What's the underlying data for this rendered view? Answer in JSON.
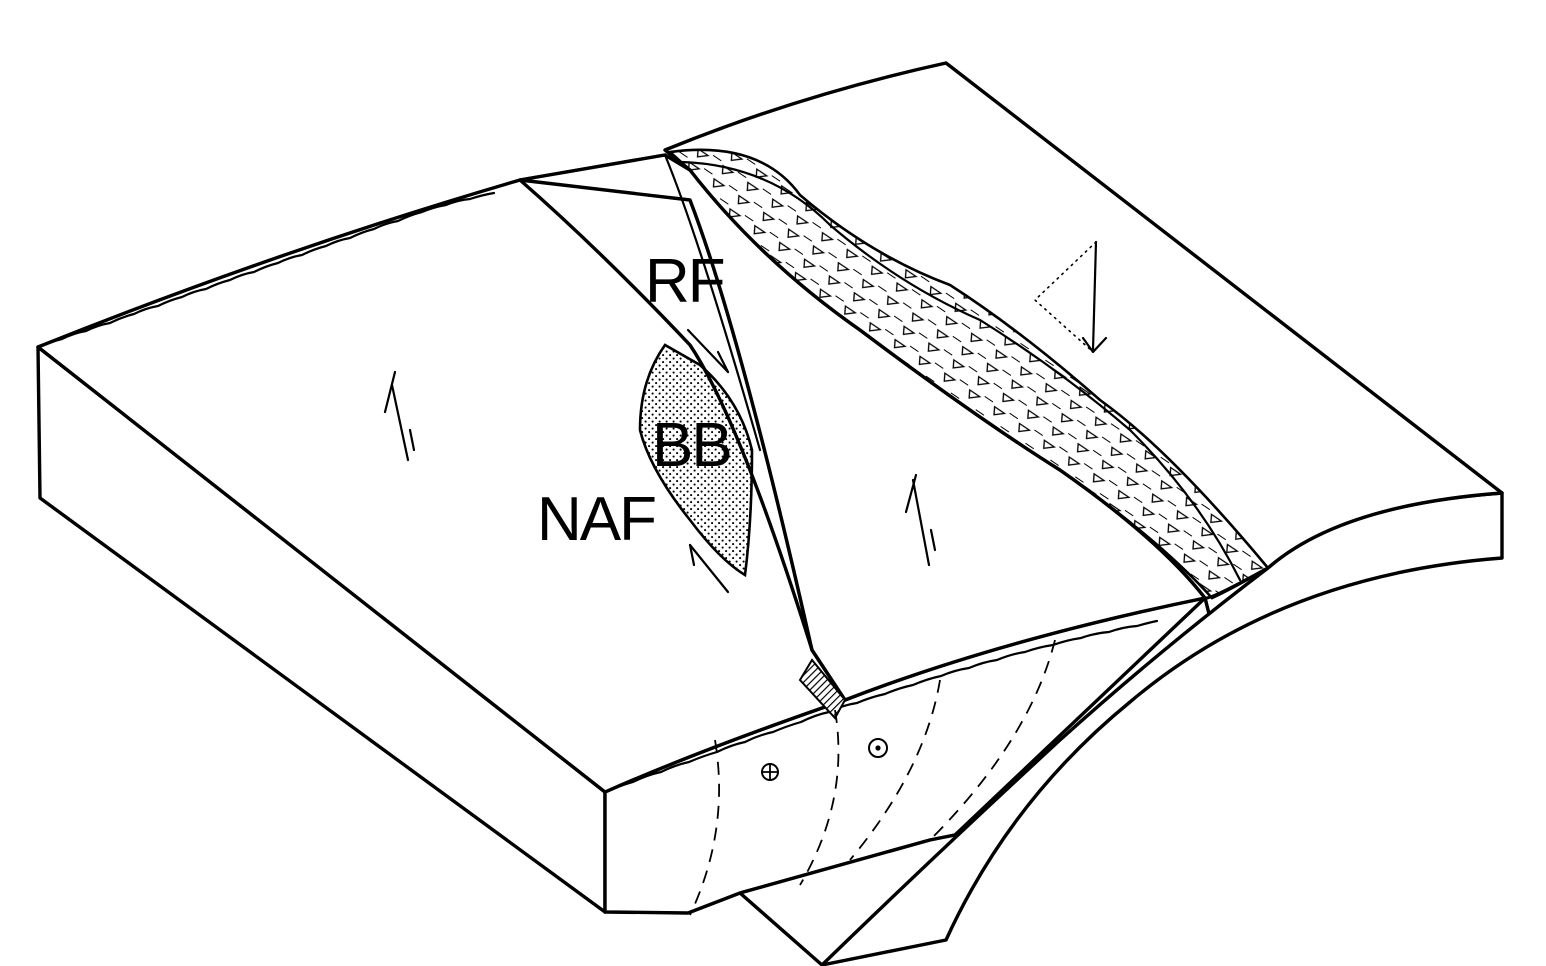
{
  "labels": {
    "rf": "RF",
    "bb": "BB",
    "naf": "NAF"
  },
  "colors": {
    "ink": "#000000",
    "paper": "#ffffff"
  }
}
